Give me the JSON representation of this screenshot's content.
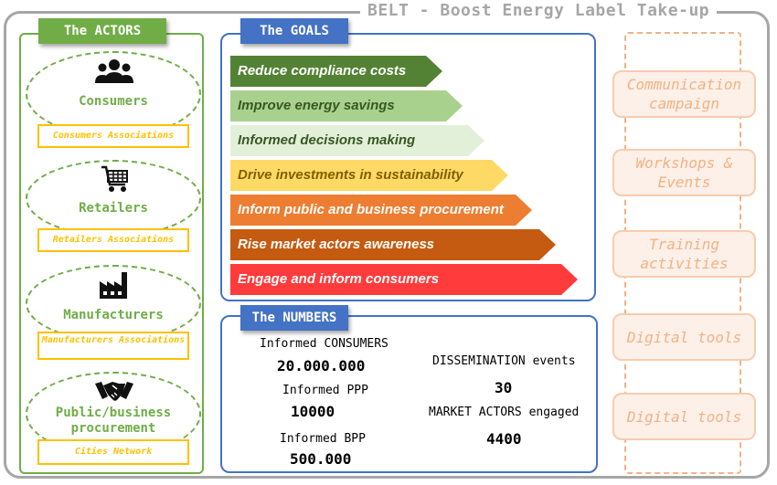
{
  "title": "BELT - Boost Energy Label Take-up",
  "actors": {
    "heading": "The ACTORS",
    "items": [
      {
        "icon": "people-icon",
        "label": "Consumers",
        "association": "Consumers Associations"
      },
      {
        "icon": "shopping-cart-icon",
        "label": "Retailers",
        "association": "Retailers Associations"
      },
      {
        "icon": "factory-icon",
        "label": "Manufacturers",
        "association": "Manufacturers Associations"
      },
      {
        "icon": "handshake-icon",
        "label": "Public/business procurement",
        "association": "Cities Network"
      }
    ]
  },
  "goals": {
    "heading": "The GOALS",
    "items": [
      {
        "label": "Reduce compliance costs",
        "color": "#548235",
        "text_color": "#ffffff"
      },
      {
        "label": "Improve energy savings",
        "color": "#a9d18e",
        "text_color": "#385723"
      },
      {
        "label": "Informed decisions making",
        "color": "#e2f0d9",
        "text_color": "#385723"
      },
      {
        "label": "Drive investments in sustainability",
        "color": "#ffd966",
        "text_color": "#7f6000"
      },
      {
        "label": "Inform public and business procurement",
        "color": "#ed7d31",
        "text_color": "#ffffff"
      },
      {
        "label": "Rise market actors awareness",
        "color": "#c55a11",
        "text_color": "#ffffff"
      },
      {
        "label": "Engage and inform consumers",
        "color": "#ff3b3b",
        "text_color": "#ffffff"
      }
    ]
  },
  "numbers": {
    "heading": "The NUMBERS",
    "informed_consumers_label": "Informed CONSUMERS",
    "informed_consumers_value": "20.000.000",
    "informed_ppp_label": "Informed PPP",
    "informed_ppp_value": "10000",
    "informed_bpp_label": "Informed BPP",
    "informed_bpp_value": "500.000",
    "dissemination_label": "DISSEMINATION events",
    "dissemination_value": "30",
    "market_actors_label": "MARKET ACTORS engaged",
    "market_actors_value": "4400"
  },
  "activities": [
    {
      "line1": "Communication",
      "line2": "campaign"
    },
    {
      "line1": "Workshops &",
      "line2": "Events"
    },
    {
      "line1": "Training",
      "line2": "activities"
    },
    {
      "line1": "Digital tools",
      "line2": ""
    },
    {
      "line1": "Digital tools",
      "line2": ""
    }
  ]
}
